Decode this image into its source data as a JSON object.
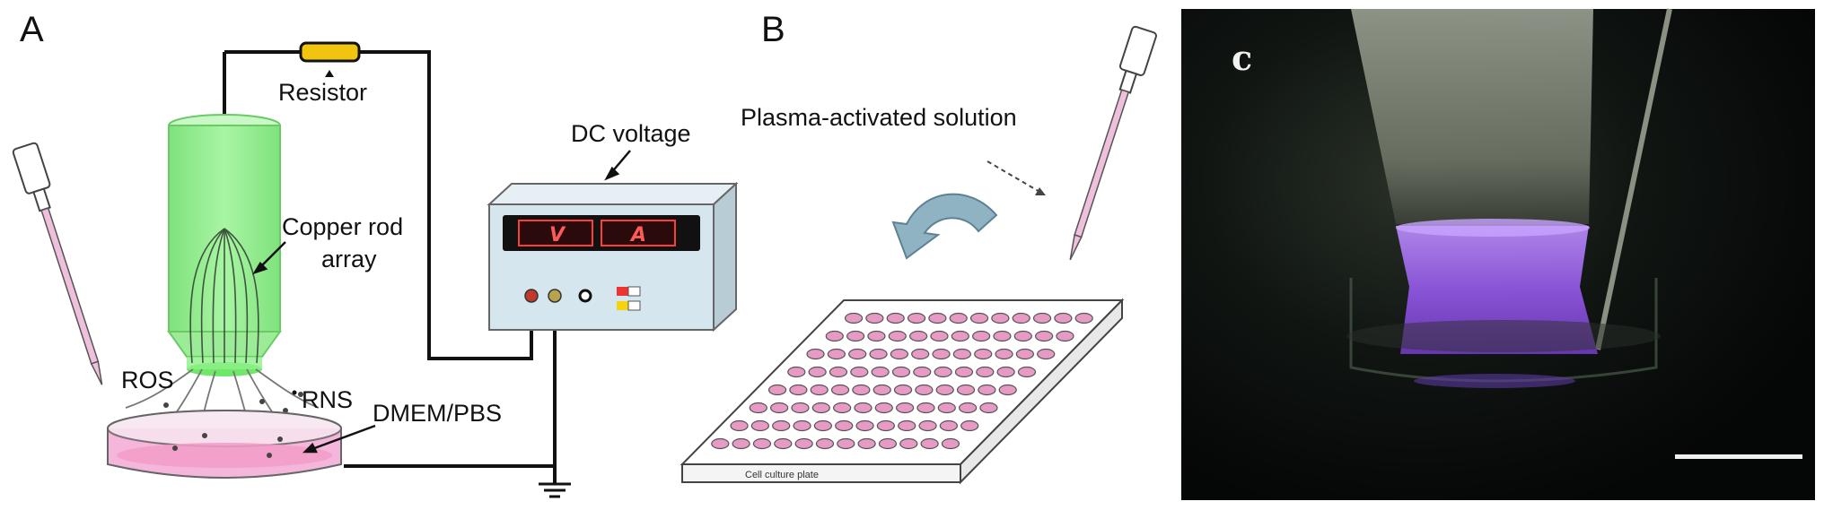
{
  "panels": {
    "a": {
      "letter": "A"
    },
    "b": {
      "letter": "B"
    },
    "c": {
      "letter": "c"
    }
  },
  "labels": {
    "resistor": "Resistor",
    "dc_voltage": "DC voltage",
    "copper_line1": "Copper rod",
    "copper_line2": "array",
    "ros": "ROS",
    "rns": "RNS",
    "dmem_pbs": "DMEM/PBS",
    "plasma_solution": "Plasma-activated solution",
    "plate_label": "Cell culture plate"
  },
  "meter": {
    "v": "V",
    "a": "A"
  },
  "colors": {
    "tube_green": "#8ef08a",
    "liquid_pink": "#f4b6da",
    "well_pink": "#e79ac3",
    "resistor_yellow": "#f1c40f",
    "arrow_blue": "#8fb3c2",
    "plasma_purple": "#9a63e6",
    "photo_bg": "#07090a"
  }
}
